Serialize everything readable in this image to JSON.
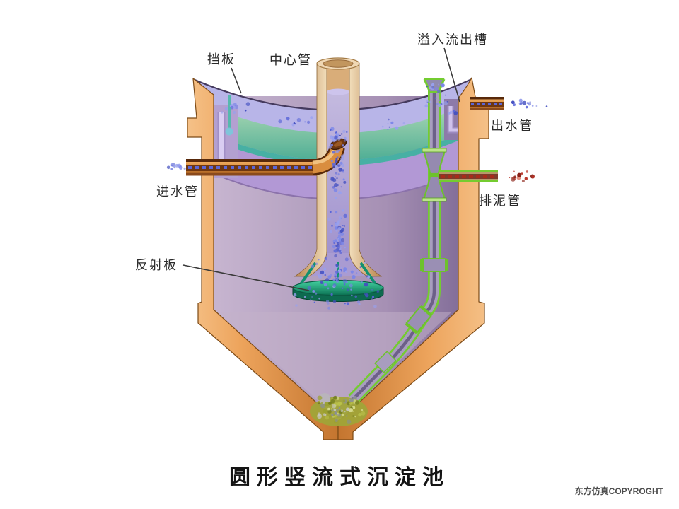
{
  "diagram": {
    "title": "圆形竖流式沉淀池",
    "copyright": "东方仿真COPYROGHT",
    "labels": {
      "baffle": "挡板",
      "center_pipe": "中心管",
      "overflow_channel": "溢入流出槽",
      "outlet_pipe": "出水管",
      "inlet_pipe": "进水管",
      "sludge_pipe": "排泥管",
      "reflector_plate": "反射板"
    },
    "colors": {
      "wall_orange": "#eda45c",
      "water_surface": "#b8b5e8",
      "tank_body": "#b3a0c2",
      "trough_green": "#56b29a",
      "ring_purple": "#b298d5",
      "center_pipe_tan": "#e9cda2",
      "reflector_green": "#128a66",
      "pipe_green": "#74cc30",
      "inlet_orange": "#d98d3f",
      "particle_blue": "#5a66d8",
      "sludge_red": "#a82a1a",
      "sludge_olive": "#a0a438",
      "label_color": "#2b2b2b"
    }
  }
}
